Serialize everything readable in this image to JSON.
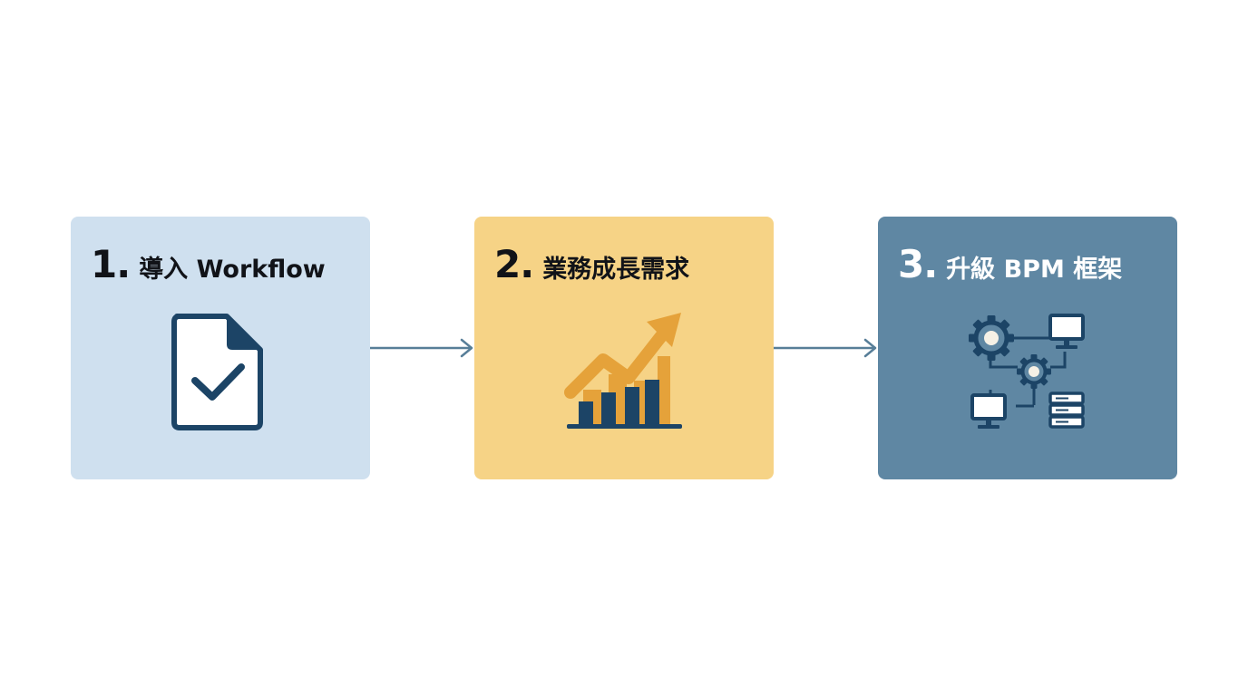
{
  "colors": {
    "card_1_bg": "#cfe0ef",
    "card_2_bg": "#f6d386",
    "card_3_bg": "#5f87a3",
    "icon_navy": "#1c4466",
    "icon_orange": "#e5a23a",
    "arrow": "#577e98"
  },
  "steps": [
    {
      "number": "1.",
      "label": "導入 Workflow",
      "icon": "document-check-icon"
    },
    {
      "number": "2.",
      "label": "業務成長需求",
      "icon": "growth-chart-icon"
    },
    {
      "number": "3.",
      "label": "升級 BPM 框架",
      "icon": "system-network-icon"
    }
  ],
  "connectors": [
    "arrow-right-icon",
    "arrow-right-icon"
  ]
}
